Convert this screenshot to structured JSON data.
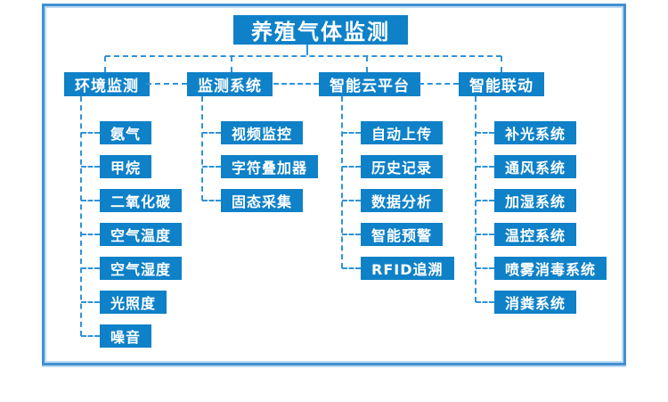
{
  "title": "养殖气体监测",
  "tree": {
    "branches": [
      {
        "label": "环境监测",
        "children": [
          "氨气",
          "甲烷",
          "二氧化碳",
          "空气温度",
          "空气湿度",
          "光照度",
          "噪音"
        ]
      },
      {
        "label": "监测系统",
        "children": [
          "视频监控",
          "字符叠加器",
          "固态采集"
        ]
      },
      {
        "label": "智能云平台",
        "children": [
          "自动上传",
          "历史记录",
          "数据分析",
          "智能预警",
          "RFID追溯"
        ]
      },
      {
        "label": "智能联动",
        "children": [
          "补光系统",
          "通风系统",
          "加湿系统",
          "温控系统",
          "喷雾消毒系统",
          "消粪系统"
        ]
      }
    ]
  },
  "colors": {
    "node_fill": "#0f81c8",
    "dash_line": "#2e93d9",
    "frame_outer": "#4190d2",
    "frame_inner": "#bcdaf0",
    "text": "#ffffff",
    "background": "#ffffff"
  }
}
